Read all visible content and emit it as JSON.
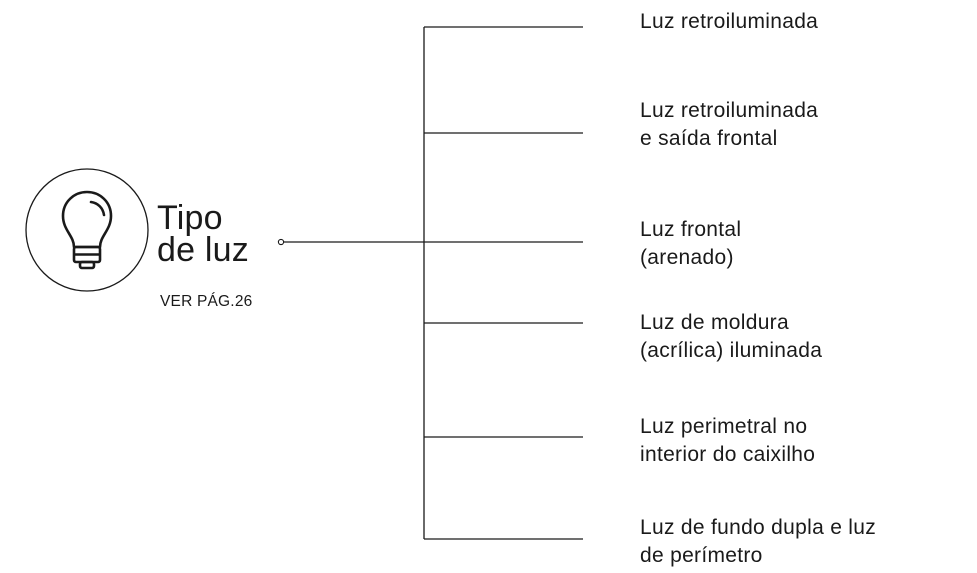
{
  "main_node": {
    "title_lines": [
      "Tipo",
      "de luz"
    ],
    "reference": "VER PÁG.26",
    "icon": "light-bulb-icon"
  },
  "branches": [
    {
      "lines": [
        "Luz retroiluminada"
      ]
    },
    {
      "lines": [
        "Luz retroiluminada",
        "e saída frontal"
      ]
    },
    {
      "lines": [
        "Luz frontal",
        "(arenado)"
      ]
    },
    {
      "lines": [
        "Luz de moldura",
        "(acrílica) iluminada"
      ]
    },
    {
      "lines": [
        "Luz perimetral no",
        "interior do caixilho"
      ]
    },
    {
      "lines": [
        "Luz de fundo dupla e luz",
        "de perímetro"
      ]
    }
  ],
  "colors": {
    "line": "#1a1a1a",
    "text": "#1a1a1a",
    "background": "#ffffff"
  }
}
